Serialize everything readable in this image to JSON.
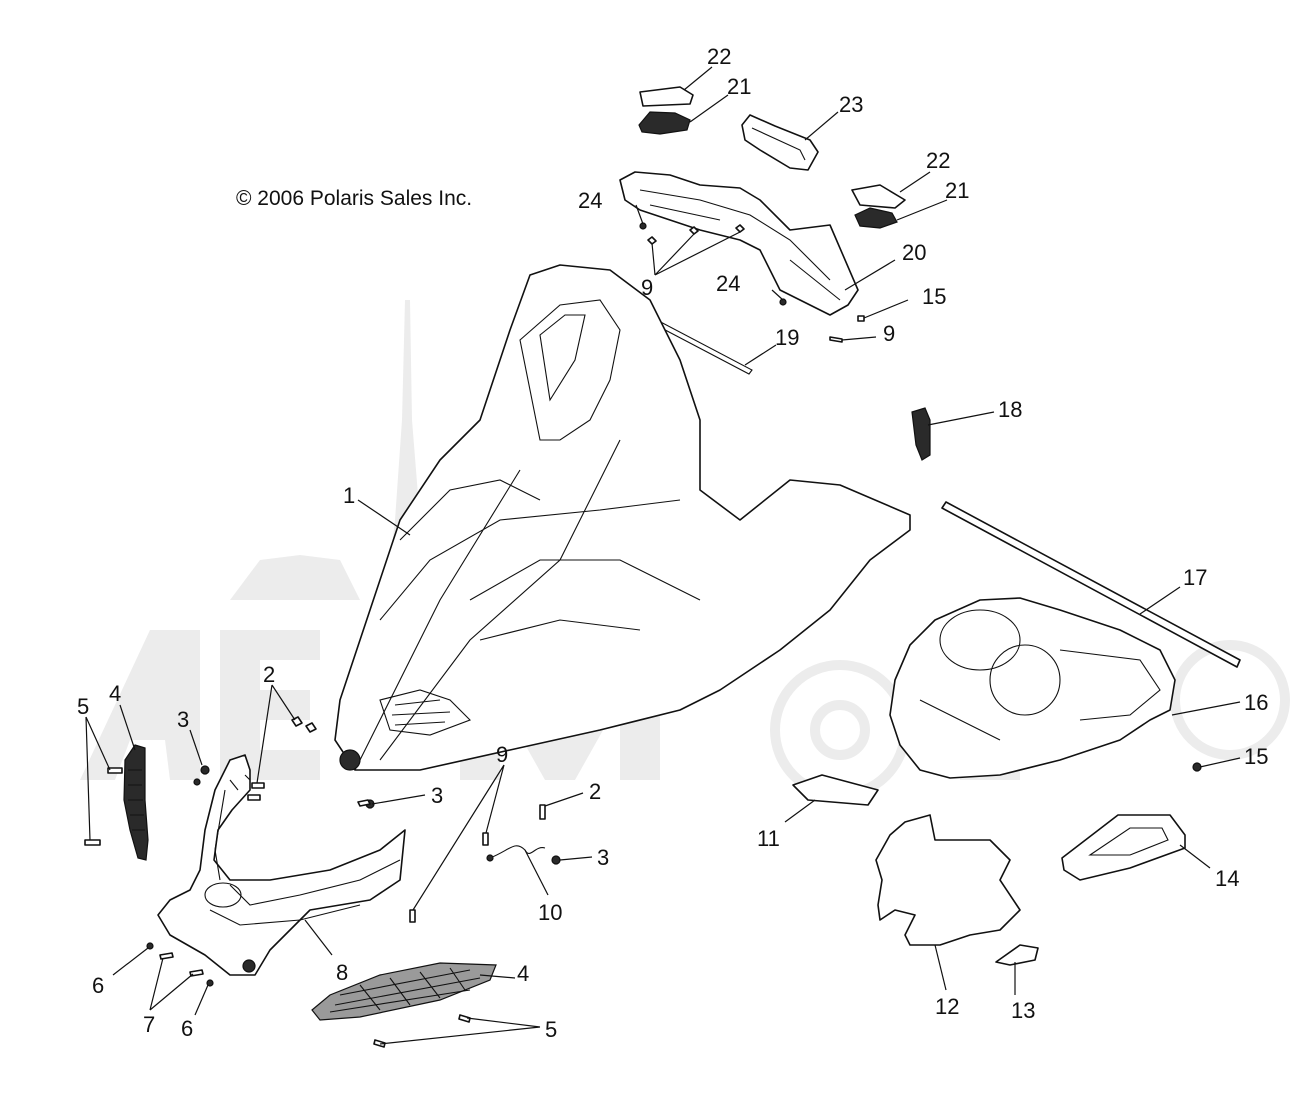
{
  "copyright": "© 2006 Polaris Sales Inc.",
  "callouts": [
    {
      "id": "c22a",
      "label": "22"
    },
    {
      "id": "c21a",
      "label": "21"
    },
    {
      "id": "c23",
      "label": "23"
    },
    {
      "id": "c22b",
      "label": "22"
    },
    {
      "id": "c21b",
      "label": "21"
    },
    {
      "id": "c24a",
      "label": "24"
    },
    {
      "id": "c20",
      "label": "20"
    },
    {
      "id": "c9a",
      "label": "9"
    },
    {
      "id": "c24b",
      "label": "24"
    },
    {
      "id": "c15a",
      "label": "15"
    },
    {
      "id": "c9b",
      "label": "9"
    },
    {
      "id": "c19",
      "label": "19"
    },
    {
      "id": "c18",
      "label": "18"
    },
    {
      "id": "c1",
      "label": "1"
    },
    {
      "id": "c17",
      "label": "17"
    },
    {
      "id": "c16",
      "label": "16"
    },
    {
      "id": "c15b",
      "label": "15"
    },
    {
      "id": "c5a",
      "label": "5"
    },
    {
      "id": "c4a",
      "label": "4"
    },
    {
      "id": "c3a",
      "label": "3"
    },
    {
      "id": "c2a",
      "label": "2"
    },
    {
      "id": "c3b",
      "label": "3"
    },
    {
      "id": "c9c",
      "label": "9"
    },
    {
      "id": "c2b",
      "label": "2"
    },
    {
      "id": "c3c",
      "label": "3"
    },
    {
      "id": "c11",
      "label": "11"
    },
    {
      "id": "c14",
      "label": "14"
    },
    {
      "id": "c10",
      "label": "10"
    },
    {
      "id": "c8",
      "label": "8"
    },
    {
      "id": "c6a",
      "label": "6"
    },
    {
      "id": "c7",
      "label": "7"
    },
    {
      "id": "c6b",
      "label": "6"
    },
    {
      "id": "c4b",
      "label": "4"
    },
    {
      "id": "c5b",
      "label": "5"
    },
    {
      "id": "c12",
      "label": "12"
    },
    {
      "id": "c13",
      "label": "13"
    }
  ]
}
